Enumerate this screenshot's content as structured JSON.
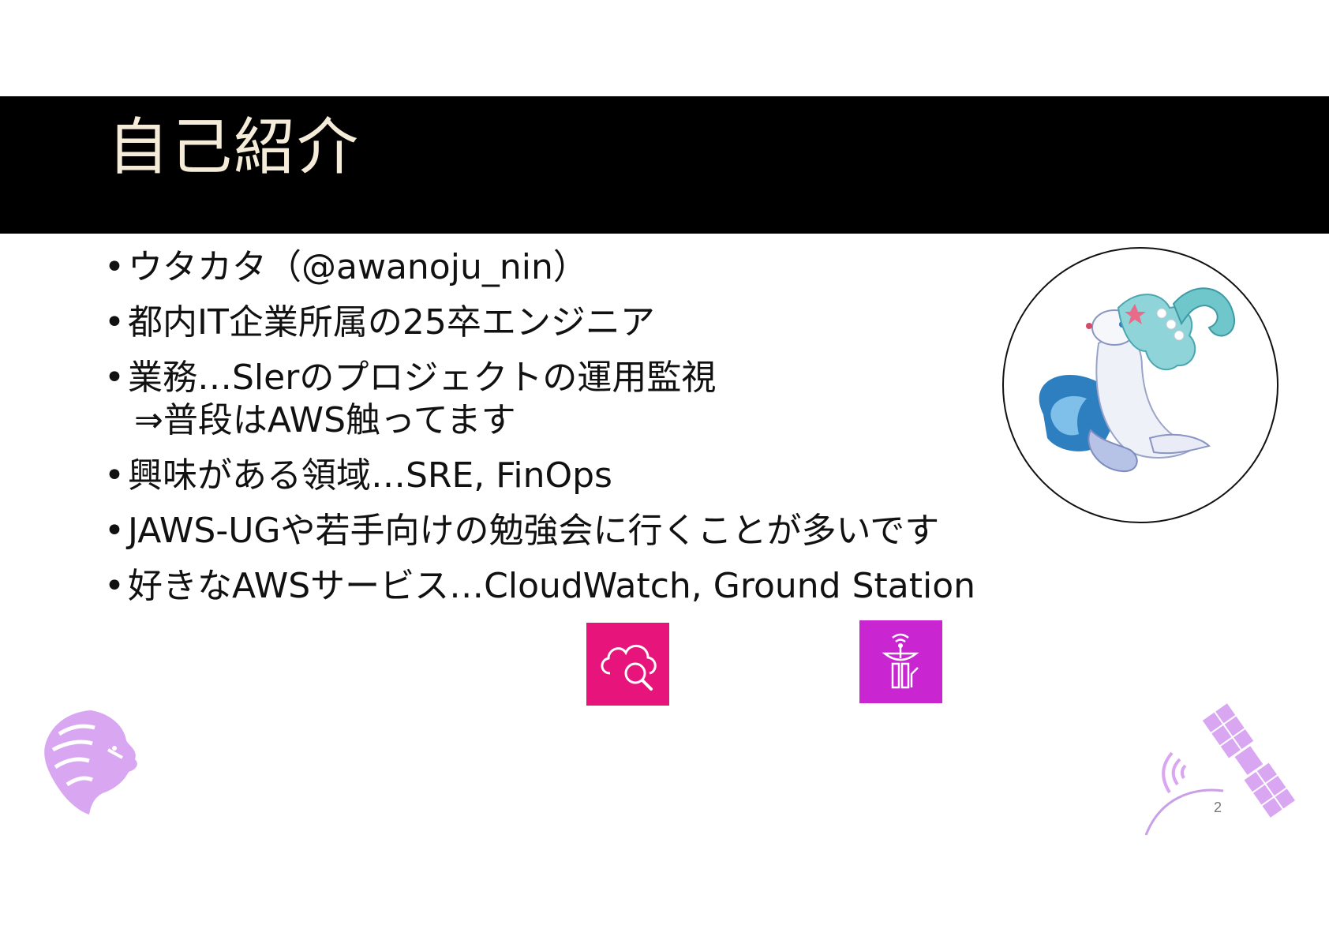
{
  "slide": {
    "title": "自己紹介",
    "bullets": [
      {
        "text": "ウタカタ（@awanoju_nin）"
      },
      {
        "text": "都内IT企業所属の25卒エンジニア"
      },
      {
        "text": "業務…Slerのプロジェクトの運用監視",
        "text_line2": "⇒普段はAWS触ってます"
      },
      {
        "text": "興味がある領域…SRE, FinOps"
      },
      {
        "text": "JAWS-UGや若手向けの勉強会に行くことが多いです"
      },
      {
        "text": "好きなAWSサービス…CloudWatch, Ground Station"
      }
    ],
    "bullet_glyph": "•",
    "page_number": "2"
  },
  "icons": {
    "avatar": "character-illustration",
    "cloudwatch": "cloudwatch-icon",
    "ground_station": "ground-station-icon",
    "lion": "lion-icon",
    "satellite": "satellite-icon"
  },
  "colors": {
    "title_band": "#000000",
    "title_text": "#f4ecd8",
    "cloudwatch": "#e7157b",
    "ground_station": "#c925d1",
    "decor_purple": "#d9a6f2"
  }
}
